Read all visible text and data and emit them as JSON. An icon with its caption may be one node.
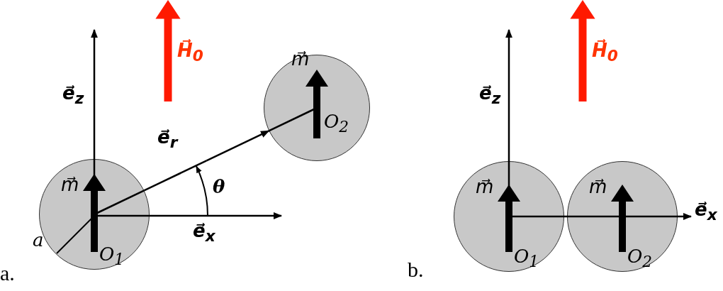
{
  "diagram": {
    "nodes": [
      {
        "text": [
          "m⃗",
          "a",
          "O$_{1}$"
        ]
      },
      {
        "text": [
          "m⃗",
          "O$_{2}$"
        ]
      },
      {
        "text": [
          "m⃗",
          "O$_{1}$"
        ]
      },
      {
        "text": [
          "m⃗",
          "O$_{2}$"
        ]
      }
    ],
    "edges": [
      {
        "from": 0,
        "to": 1,
        "arrow": "to"
      }
    ],
    "labels": [
      "H⃗$_{0}$",
      "e⃗$_{z}$",
      "e⃗$_{r}$",
      "θ",
      "e⃗$_{x}$",
      "a.",
      "H⃗$_{0}$",
      "e⃗$_{z}$",
      "e⃗$_{x}$",
      "b."
    ]
  }
}
